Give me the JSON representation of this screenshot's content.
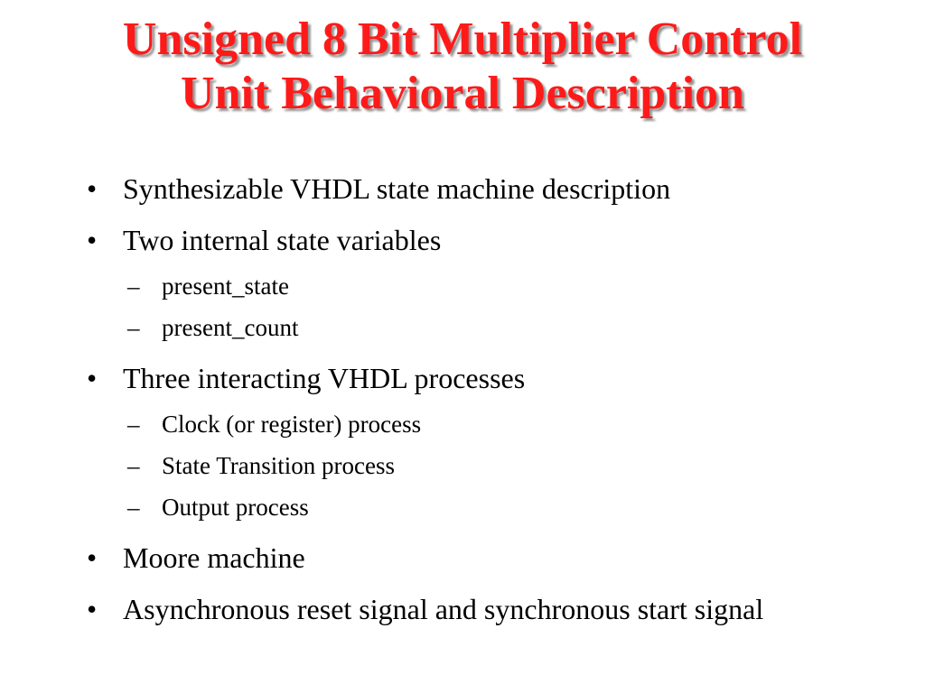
{
  "slide": {
    "title_line1": "Unsigned 8 Bit Multiplier Control",
    "title_line2": "Unit Behavioral Description",
    "title_color": "#ff1a1a",
    "bullet_glyph": "•",
    "dash_glyph": "–",
    "bullets": [
      {
        "text": "Synthesizable VHDL state machine description"
      },
      {
        "text": "Two internal state variables",
        "subs": [
          "present_state",
          "present_count"
        ]
      },
      {
        "text": "Three interacting VHDL processes",
        "subs": [
          "Clock (or register) process",
          "State Transition process",
          "Output process"
        ]
      },
      {
        "text": "Moore machine"
      },
      {
        "text": "Asynchronous reset signal and synchronous start signal"
      }
    ]
  }
}
